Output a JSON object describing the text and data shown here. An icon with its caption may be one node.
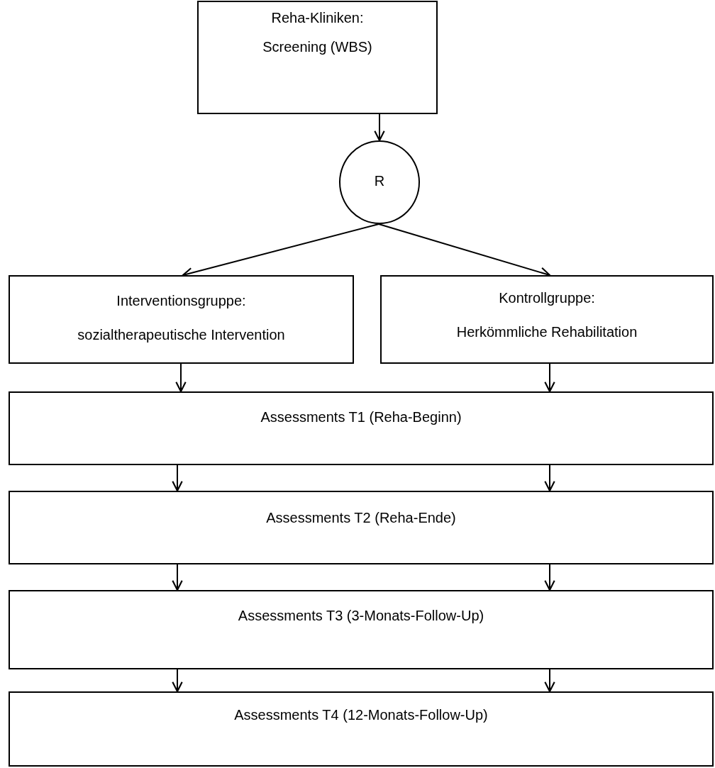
{
  "diagram": {
    "nodes": [
      {
        "text": [
          "Reha-Kliniken:",
          "Screening (WBS)"
        ]
      },
      {
        "text": [
          "R"
        ]
      },
      {
        "text": [
          "Interventionsgruppe:",
          "sozialtherapeutische Intervention"
        ]
      },
      {
        "text": [
          "Kontrollgruppe:",
          "Herkömmliche Rehabilitation"
        ]
      },
      {
        "text": [
          "Assessments T1 (Reha-Beginn)"
        ]
      },
      {
        "text": [
          "Assessments T2 (Reha-Ende)"
        ]
      },
      {
        "text": [
          "Assessments T3 (3-Monats-Follow-Up)"
        ]
      },
      {
        "text": [
          "Assessments T4 (12-Monats-Follow-Up)"
        ]
      }
    ],
    "edges": [
      {
        "from": 0,
        "to": 1,
        "arrow": "to"
      },
      {
        "from": 1,
        "to": 2,
        "arrow": "to"
      },
      {
        "from": 1,
        "to": 3,
        "arrow": "to"
      },
      {
        "from": 2,
        "to": 4,
        "arrow": "to"
      },
      {
        "from": 3,
        "to": 4,
        "arrow": "to"
      },
      {
        "from": 4,
        "to": 5,
        "arrow": "to"
      },
      {
        "from": 4,
        "to": 5,
        "arrow": "to"
      },
      {
        "from": 5,
        "to": 6,
        "arrow": "to"
      },
      {
        "from": 5,
        "to": 6,
        "arrow": "to"
      },
      {
        "from": 6,
        "to": 7,
        "arrow": "to"
      },
      {
        "from": 6,
        "to": 7,
        "arrow": "to"
      }
    ]
  }
}
